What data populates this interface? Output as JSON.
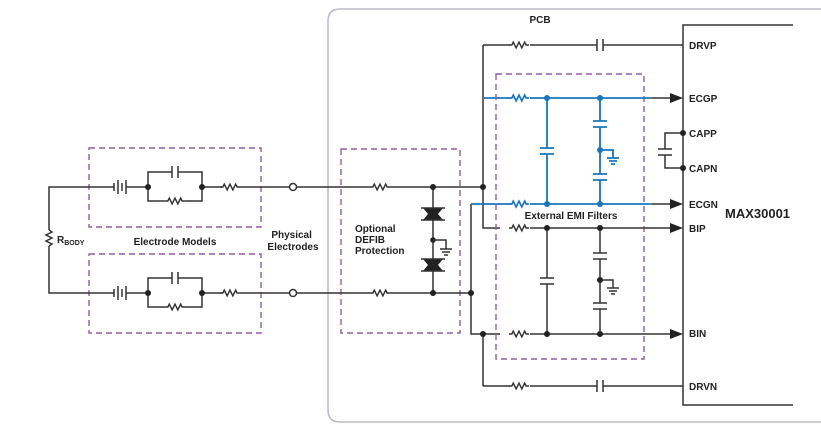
{
  "diagram": {
    "pcb_label": "PCB",
    "ic_label": "MAX30001",
    "pins": {
      "drvp": "DRVP",
      "ecgp": "ECGP",
      "capp": "CAPP",
      "capn": "CAPN",
      "ecgn": "ECGN",
      "bip": "BIP",
      "bin": "BIN",
      "drvn": "DRVN"
    },
    "rbody_label": "R",
    "rbody_sub": "BODY",
    "electrode_models_label": "Electrode Models",
    "physical_electrodes_label": [
      "Physical",
      "Electrodes"
    ],
    "defib_label": [
      "Optional",
      "DEFIB",
      "Protection"
    ],
    "emi_filters_label": "External EMI Filters",
    "colors": {
      "wire": "#333333",
      "ecg_path": "#1b75bc",
      "group_border": "#8e5ea2",
      "pcb_border": "#b8bcc4"
    }
  }
}
